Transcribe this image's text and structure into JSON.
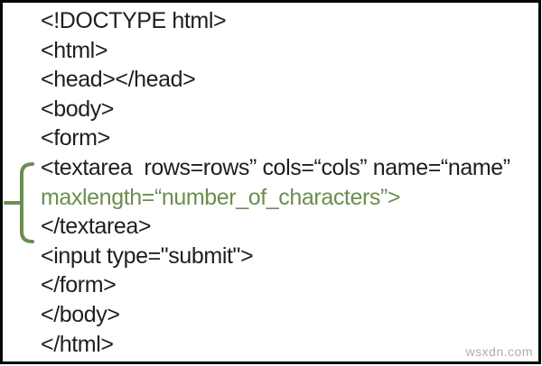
{
  "document": {
    "description": "HTML code snippet showing a form with a textarea using the maxlength attribute",
    "code_lines": [
      {
        "text": "<!DOCTYPE html>",
        "highlighted": false
      },
      {
        "text": "<html>",
        "highlighted": false
      },
      {
        "text": "<head></head>",
        "highlighted": false
      },
      {
        "text": "<body>",
        "highlighted": false
      },
      {
        "text": "<form>",
        "highlighted": false
      },
      {
        "text": "<textarea  rows=rows” cols=“cols” name=“name”",
        "highlighted": false,
        "braced": true
      },
      {
        "text": "maxlength=“number_of_characters”>",
        "highlighted": true,
        "braced": true
      },
      {
        "text": "</textarea>",
        "highlighted": false,
        "braced": true
      },
      {
        "text": "<input type=\"submit\">",
        "highlighted": false
      },
      {
        "text": "</form>",
        "highlighted": false
      },
      {
        "text": "</body>",
        "highlighted": false
      },
      {
        "text": "</html>",
        "highlighted": false
      }
    ]
  },
  "annotations": {
    "brace": {
      "spans_lines": "textarea element lines 6-8",
      "color": "#6b8e4e"
    }
  },
  "watermark": {
    "text": "wsxdn.com",
    "color": "#aeaeae"
  },
  "colors": {
    "background": "#ffffff",
    "border": "#050505",
    "code_text": "#1e1e1e",
    "highlight_green": "#6b8e4e"
  }
}
